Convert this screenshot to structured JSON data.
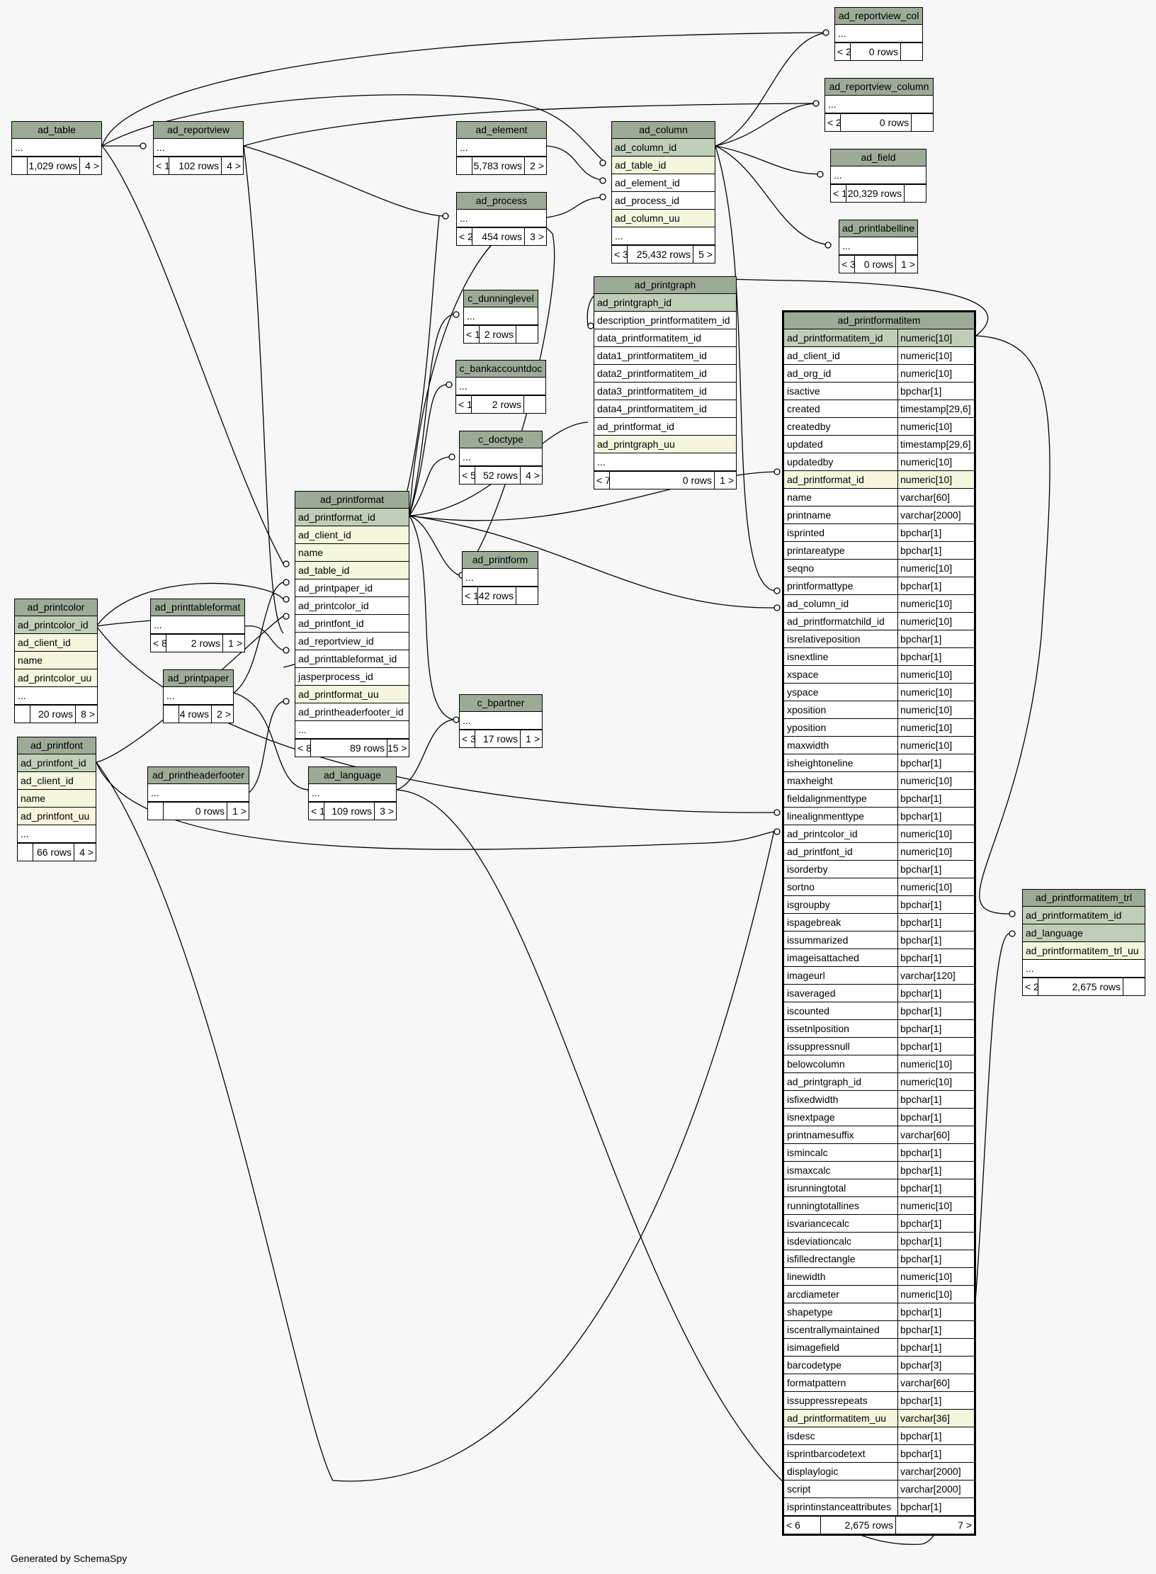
{
  "footer": "Generated by SchemaSpy",
  "colors": {
    "header": "#9cab96",
    "pk_row": "#bfceb8",
    "fk_row": "#f4f6dd",
    "background": "#f7f7f7"
  },
  "tables": [
    {
      "key": "ad_reportview_col",
      "name": "ad_reportview_col",
      "columns": [
        {
          "name": "..."
        }
      ],
      "footer": {
        "parents": "< 2",
        "rows": "0 rows",
        "children": ""
      }
    },
    {
      "key": "ad_reportview_column",
      "name": "ad_reportview_column",
      "columns": [
        {
          "name": "..."
        }
      ],
      "footer": {
        "parents": "< 2",
        "rows": "0 rows",
        "children": ""
      }
    },
    {
      "key": "ad_field",
      "name": "ad_field",
      "columns": [
        {
          "name": "..."
        }
      ],
      "footer": {
        "parents": "< 1",
        "rows": "20,329 rows",
        "children": ""
      }
    },
    {
      "key": "ad_printlabelline",
      "name": "ad_printlabelline",
      "columns": [
        {
          "name": "..."
        }
      ],
      "footer": {
        "parents": "< 3",
        "rows": "0 rows",
        "children": "1 >"
      }
    },
    {
      "key": "ad_table",
      "name": "ad_table",
      "columns": [
        {
          "name": "..."
        }
      ],
      "footer": {
        "parents": "",
        "rows": "1,029 rows",
        "children": "4 >"
      }
    },
    {
      "key": "ad_reportview",
      "name": "ad_reportview",
      "columns": [
        {
          "name": "..."
        }
      ],
      "footer": {
        "parents": "< 1",
        "rows": "102 rows",
        "children": "4 >"
      }
    },
    {
      "key": "ad_element",
      "name": "ad_element",
      "columns": [
        {
          "name": "..."
        }
      ],
      "footer": {
        "parents": "",
        "rows": "5,783 rows",
        "children": "2 >"
      }
    },
    {
      "key": "ad_column",
      "name": "ad_column",
      "columns": [
        {
          "name": "ad_column_id",
          "kind": "pk"
        },
        {
          "name": "ad_table_id",
          "kind": "fk"
        },
        {
          "name": "ad_element_id"
        },
        {
          "name": "ad_process_id"
        },
        {
          "name": "ad_column_uu",
          "kind": "fk"
        },
        {
          "name": "..."
        }
      ],
      "footer": {
        "parents": "< 3",
        "rows": "25,432 rows",
        "children": "5 >"
      }
    },
    {
      "key": "ad_process",
      "name": "ad_process",
      "columns": [
        {
          "name": "..."
        }
      ],
      "footer": {
        "parents": "< 2",
        "rows": "454 rows",
        "children": "3 >"
      }
    },
    {
      "key": "c_dunninglevel",
      "name": "c_dunninglevel",
      "columns": [
        {
          "name": "..."
        }
      ],
      "footer": {
        "parents": "< 1",
        "rows": "2 rows",
        "children": ""
      }
    },
    {
      "key": "c_bankaccountdoc",
      "name": "c_bankaccountdoc",
      "columns": [
        {
          "name": "..."
        }
      ],
      "footer": {
        "parents": "< 1",
        "rows": "2 rows",
        "children": ""
      }
    },
    {
      "key": "c_doctype",
      "name": "c_doctype",
      "columns": [
        {
          "name": "..."
        }
      ],
      "footer": {
        "parents": "< 5",
        "rows": "52 rows",
        "children": "4 >"
      }
    },
    {
      "key": "ad_printgraph",
      "name": "ad_printgraph",
      "columns": [
        {
          "name": "ad_printgraph_id",
          "kind": "pk"
        },
        {
          "name": "description_printformatitem_id"
        },
        {
          "name": "data_printformatitem_id"
        },
        {
          "name": "data1_printformatitem_id"
        },
        {
          "name": "data2_printformatitem_id"
        },
        {
          "name": "data3_printformatitem_id"
        },
        {
          "name": "data4_printformatitem_id"
        },
        {
          "name": "ad_printformat_id"
        },
        {
          "name": "ad_printgraph_uu",
          "kind": "fk"
        },
        {
          "name": "..."
        }
      ],
      "footer": {
        "parents": "< 7",
        "rows": "0 rows",
        "children": "1 >"
      }
    },
    {
      "key": "ad_printformat",
      "name": "ad_printformat",
      "columns": [
        {
          "name": "ad_printformat_id",
          "kind": "pk"
        },
        {
          "name": "ad_client_id",
          "kind": "fk"
        },
        {
          "name": "name",
          "kind": "fk"
        },
        {
          "name": "ad_table_id",
          "kind": "fk"
        },
        {
          "name": "ad_printpaper_id"
        },
        {
          "name": "ad_printcolor_id"
        },
        {
          "name": "ad_printfont_id"
        },
        {
          "name": "ad_reportview_id"
        },
        {
          "name": "ad_printtableformat_id"
        },
        {
          "name": "jasperprocess_id"
        },
        {
          "name": "ad_printformat_uu",
          "kind": "fk"
        },
        {
          "name": "ad_printheaderfooter_id"
        },
        {
          "name": "..."
        }
      ],
      "footer": {
        "parents": "< 8",
        "rows": "89 rows",
        "children": "15 >"
      }
    },
    {
      "key": "ad_printform",
      "name": "ad_printform",
      "columns": [
        {
          "name": "..."
        }
      ],
      "footer": {
        "parents": "< 14",
        "rows": "2 rows",
        "children": ""
      }
    },
    {
      "key": "c_bpartner",
      "name": "c_bpartner",
      "columns": [
        {
          "name": "..."
        }
      ],
      "footer": {
        "parents": "< 3",
        "rows": "17 rows",
        "children": "1 >"
      }
    },
    {
      "key": "ad_printcolor",
      "name": "ad_printcolor",
      "columns": [
        {
          "name": "ad_printcolor_id",
          "kind": "pk"
        },
        {
          "name": "ad_client_id",
          "kind": "fk"
        },
        {
          "name": "name",
          "kind": "fk"
        },
        {
          "name": "ad_printcolor_uu",
          "kind": "fk"
        },
        {
          "name": "..."
        }
      ],
      "footer": {
        "parents": "",
        "rows": "20 rows",
        "children": "8 >"
      }
    },
    {
      "key": "ad_printtableformat",
      "name": "ad_printtableformat",
      "columns": [
        {
          "name": "..."
        }
      ],
      "footer": {
        "parents": "< 8",
        "rows": "2 rows",
        "children": "1 >"
      }
    },
    {
      "key": "ad_printpaper",
      "name": "ad_printpaper",
      "columns": [
        {
          "name": "..."
        }
      ],
      "footer": {
        "parents": "",
        "rows": "4 rows",
        "children": "2 >"
      }
    },
    {
      "key": "ad_printfont",
      "name": "ad_printfont",
      "columns": [
        {
          "name": "ad_printfont_id",
          "kind": "pk"
        },
        {
          "name": "ad_client_id",
          "kind": "fk"
        },
        {
          "name": "name",
          "kind": "fk"
        },
        {
          "name": "ad_printfont_uu",
          "kind": "fk"
        },
        {
          "name": "..."
        }
      ],
      "footer": {
        "parents": "",
        "rows": "66 rows",
        "children": "4 >"
      }
    },
    {
      "key": "ad_printheaderfooter",
      "name": "ad_printheaderfooter",
      "columns": [
        {
          "name": "..."
        }
      ],
      "footer": {
        "parents": "",
        "rows": "0 rows",
        "children": "1 >"
      }
    },
    {
      "key": "ad_language",
      "name": "ad_language",
      "columns": [
        {
          "name": "..."
        }
      ],
      "footer": {
        "parents": "< 1",
        "rows": "109 rows",
        "children": "3 >"
      }
    },
    {
      "key": "ad_printformatitem_trl",
      "name": "ad_printformatitem_trl",
      "columns": [
        {
          "name": "ad_printformatitem_id",
          "kind": "pk"
        },
        {
          "name": "ad_language",
          "kind": "pk"
        },
        {
          "name": "ad_printformatitem_trl_uu",
          "kind": "fk"
        },
        {
          "name": "..."
        }
      ],
      "footer": {
        "parents": "< 2",
        "rows": "2,675 rows",
        "children": ""
      }
    },
    {
      "key": "ad_printformatitem",
      "name": "ad_printformatitem",
      "focus": true,
      "columns": [
        {
          "name": "ad_printformatitem_id",
          "type": "numeric[10]",
          "kind": "pk"
        },
        {
          "name": "ad_client_id",
          "type": "numeric[10]"
        },
        {
          "name": "ad_org_id",
          "type": "numeric[10]"
        },
        {
          "name": "isactive",
          "type": "bpchar[1]"
        },
        {
          "name": "created",
          "type": "timestamp[29,6]"
        },
        {
          "name": "createdby",
          "type": "numeric[10]"
        },
        {
          "name": "updated",
          "type": "timestamp[29,6]"
        },
        {
          "name": "updatedby",
          "type": "numeric[10]"
        },
        {
          "name": "ad_printformat_id",
          "type": "numeric[10]",
          "kind": "fk"
        },
        {
          "name": "name",
          "type": "varchar[60]"
        },
        {
          "name": "printname",
          "type": "varchar[2000]"
        },
        {
          "name": "isprinted",
          "type": "bpchar[1]"
        },
        {
          "name": "printareatype",
          "type": "bpchar[1]"
        },
        {
          "name": "seqno",
          "type": "numeric[10]"
        },
        {
          "name": "printformattype",
          "type": "bpchar[1]"
        },
        {
          "name": "ad_column_id",
          "type": "numeric[10]"
        },
        {
          "name": "ad_printformatchild_id",
          "type": "numeric[10]"
        },
        {
          "name": "isrelativeposition",
          "type": "bpchar[1]"
        },
        {
          "name": "isnextline",
          "type": "bpchar[1]"
        },
        {
          "name": "xspace",
          "type": "numeric[10]"
        },
        {
          "name": "yspace",
          "type": "numeric[10]"
        },
        {
          "name": "xposition",
          "type": "numeric[10]"
        },
        {
          "name": "yposition",
          "type": "numeric[10]"
        },
        {
          "name": "maxwidth",
          "type": "numeric[10]"
        },
        {
          "name": "isheightoneline",
          "type": "bpchar[1]"
        },
        {
          "name": "maxheight",
          "type": "numeric[10]"
        },
        {
          "name": "fieldalignmenttype",
          "type": "bpchar[1]"
        },
        {
          "name": "linealignmenttype",
          "type": "bpchar[1]"
        },
        {
          "name": "ad_printcolor_id",
          "type": "numeric[10]"
        },
        {
          "name": "ad_printfont_id",
          "type": "numeric[10]"
        },
        {
          "name": "isorderby",
          "type": "bpchar[1]"
        },
        {
          "name": "sortno",
          "type": "numeric[10]"
        },
        {
          "name": "isgroupby",
          "type": "bpchar[1]"
        },
        {
          "name": "ispagebreak",
          "type": "bpchar[1]"
        },
        {
          "name": "issummarized",
          "type": "bpchar[1]"
        },
        {
          "name": "imageisattached",
          "type": "bpchar[1]"
        },
        {
          "name": "imageurl",
          "type": "varchar[120]"
        },
        {
          "name": "isaveraged",
          "type": "bpchar[1]"
        },
        {
          "name": "iscounted",
          "type": "bpchar[1]"
        },
        {
          "name": "issetnlposition",
          "type": "bpchar[1]"
        },
        {
          "name": "issuppressnull",
          "type": "bpchar[1]"
        },
        {
          "name": "belowcolumn",
          "type": "numeric[10]"
        },
        {
          "name": "ad_printgraph_id",
          "type": "numeric[10]"
        },
        {
          "name": "isfixedwidth",
          "type": "bpchar[1]"
        },
        {
          "name": "isnextpage",
          "type": "bpchar[1]"
        },
        {
          "name": "printnamesuffix",
          "type": "varchar[60]"
        },
        {
          "name": "ismincalc",
          "type": "bpchar[1]"
        },
        {
          "name": "ismaxcalc",
          "type": "bpchar[1]"
        },
        {
          "name": "isrunningtotal",
          "type": "bpchar[1]"
        },
        {
          "name": "runningtotallines",
          "type": "numeric[10]"
        },
        {
          "name": "isvariancecalc",
          "type": "bpchar[1]"
        },
        {
          "name": "isdeviationcalc",
          "type": "bpchar[1]"
        },
        {
          "name": "isfilledrectangle",
          "type": "bpchar[1]"
        },
        {
          "name": "linewidth",
          "type": "numeric[10]"
        },
        {
          "name": "arcdiameter",
          "type": "numeric[10]"
        },
        {
          "name": "shapetype",
          "type": "bpchar[1]"
        },
        {
          "name": "iscentrallymaintained",
          "type": "bpchar[1]"
        },
        {
          "name": "isimagefield",
          "type": "bpchar[1]"
        },
        {
          "name": "barcodetype",
          "type": "bpchar[3]"
        },
        {
          "name": "formatpattern",
          "type": "varchar[60]"
        },
        {
          "name": "issuppressrepeats",
          "type": "bpchar[1]"
        },
        {
          "name": "ad_printformatitem_uu",
          "type": "varchar[36]",
          "kind": "fk"
        },
        {
          "name": "isdesc",
          "type": "bpchar[1]"
        },
        {
          "name": "isprintbarcodetext",
          "type": "bpchar[1]"
        },
        {
          "name": "displaylogic",
          "type": "varchar[2000]"
        },
        {
          "name": "script",
          "type": "varchar[2000]"
        },
        {
          "name": "isprintinstanceattributes",
          "type": "bpchar[1]"
        }
      ],
      "footer": {
        "parents": "< 6",
        "rows": "2,675 rows",
        "children": "7 >"
      }
    }
  ]
}
